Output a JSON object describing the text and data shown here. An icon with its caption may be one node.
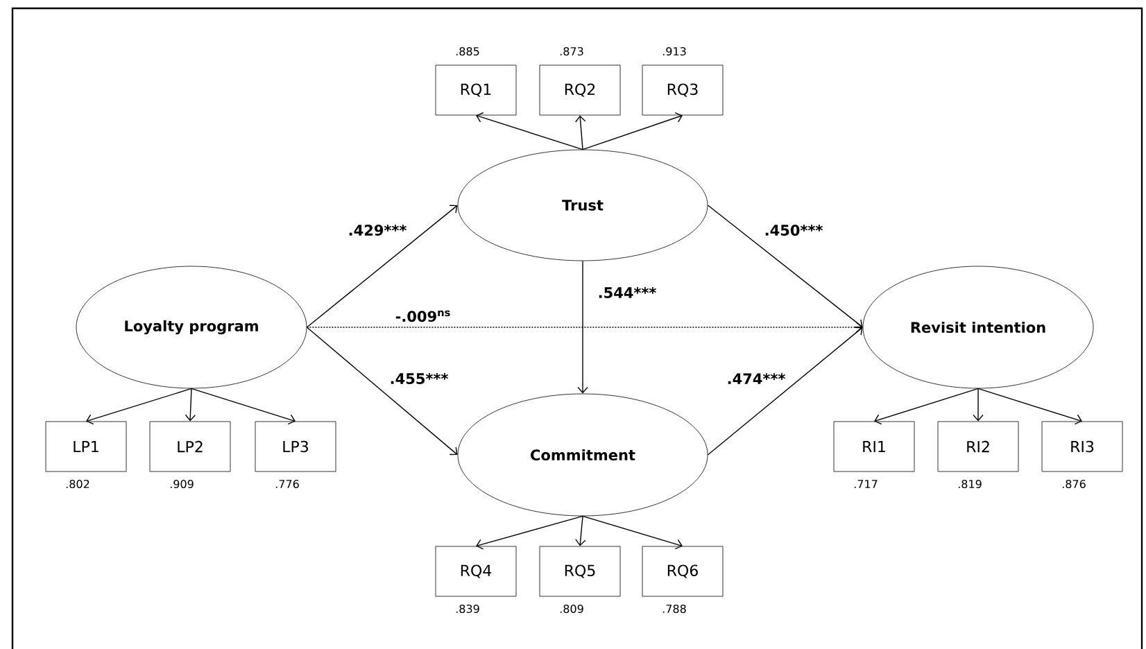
{
  "diagram": {
    "nodes": [
      {
        "text": [
          "RQ1"
        ],
        "beside": [
          ".885"
        ]
      },
      {
        "text": [
          "RQ2"
        ],
        "beside": [
          ".873"
        ]
      },
      {
        "text": [
          "RQ3"
        ],
        "beside": [
          ".913"
        ]
      },
      {
        "text": [
          "Trust"
        ]
      },
      {
        "text": [
          "Loyalty program"
        ]
      },
      {
        "text": [
          "Revisit intention"
        ]
      },
      {
        "text": [
          "LP1"
        ],
        "beside": [
          ".802"
        ]
      },
      {
        "text": [
          "LP2"
        ],
        "beside": [
          ".909"
        ]
      },
      {
        "text": [
          "LP3"
        ],
        "beside": [
          ".776"
        ]
      },
      {
        "text": [
          "Commitment"
        ]
      },
      {
        "text": [
          "RI1"
        ],
        "beside": [
          ".717"
        ]
      },
      {
        "text": [
          "RI2"
        ],
        "beside": [
          ".819"
        ]
      },
      {
        "text": [
          "RI3"
        ],
        "beside": [
          ".876"
        ]
      },
      {
        "text": [
          "RQ4"
        ],
        "beside": [
          ".839"
        ]
      },
      {
        "text": [
          "RQ5"
        ],
        "beside": [
          ".809"
        ]
      },
      {
        "text": [
          "RQ6"
        ],
        "beside": [
          ".788"
        ]
      }
    ],
    "edges": [
      {
        "from": 4,
        "to": 3,
        "arrow": "to",
        "label": ".429***"
      },
      {
        "from": 4,
        "to": 5,
        "arrow": "to",
        "label": "-.009$^{ns}$",
        "style": "dashed"
      },
      {
        "from": 4,
        "to": 9,
        "arrow": "to",
        "label": ".455***"
      },
      {
        "from": 3,
        "to": 9,
        "arrow": "to",
        "label": ".544***"
      },
      {
        "from": 3,
        "to": 5,
        "arrow": "to",
        "label": ".450***"
      },
      {
        "from": 9,
        "to": 5,
        "arrow": "to",
        "label": ".474***"
      },
      {
        "from": 3,
        "to": 0,
        "arrow": "to"
      },
      {
        "from": 3,
        "to": 1,
        "arrow": "to"
      },
      {
        "from": 3,
        "to": 2,
        "arrow": "to"
      },
      {
        "from": 4,
        "to": 6,
        "arrow": "to"
      },
      {
        "from": 4,
        "to": 7,
        "arrow": "to"
      },
      {
        "from": 4,
        "to": 8,
        "arrow": "to"
      },
      {
        "from": 9,
        "to": 13,
        "arrow": "to"
      },
      {
        "from": 9,
        "to": 14,
        "arrow": "to"
      },
      {
        "from": 9,
        "to": 15,
        "arrow": "to"
      },
      {
        "from": 5,
        "to": 10,
        "arrow": "to"
      },
      {
        "from": 5,
        "to": 11,
        "arrow": "to"
      },
      {
        "from": 5,
        "to": 12,
        "arrow": "to"
      }
    ]
  }
}
